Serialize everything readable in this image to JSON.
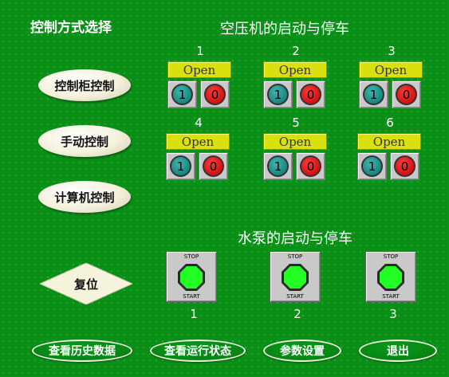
{
  "left_title": "控制方式选择",
  "compressor_title": "空压机的启动与停车",
  "pump_title": "水泵的启动与停车",
  "modes": [
    "控制柜控制",
    "手动控制",
    "计算机控制"
  ],
  "reset_label": "复位",
  "compressors": [
    {
      "num": "1",
      "status": "Open",
      "start": "1",
      "stop": "0"
    },
    {
      "num": "2",
      "status": "Open",
      "start": "1",
      "stop": "0"
    },
    {
      "num": "3",
      "status": "Open",
      "start": "1",
      "stop": "0"
    },
    {
      "num": "4",
      "status": "Open",
      "start": "1",
      "stop": "0"
    },
    {
      "num": "5",
      "status": "Open",
      "start": "1",
      "stop": "0"
    },
    {
      "num": "6",
      "status": "Open",
      "start": "1",
      "stop": "0"
    }
  ],
  "pumps": [
    {
      "num": "1",
      "top": "STOP",
      "bottom": "START"
    },
    {
      "num": "2",
      "top": "STOP",
      "bottom": "START"
    },
    {
      "num": "3",
      "top": "STOP",
      "bottom": "START"
    }
  ],
  "bottom_buttons": [
    "查看历史数据",
    "查看运行状态",
    "参数设置",
    "退出"
  ],
  "colors": {
    "background": "#0a8f17",
    "status_yellow": "#d9e00d",
    "start_teal": "#1a8f8a",
    "stop_red": "#e00000",
    "pump_green": "#22ff22"
  }
}
